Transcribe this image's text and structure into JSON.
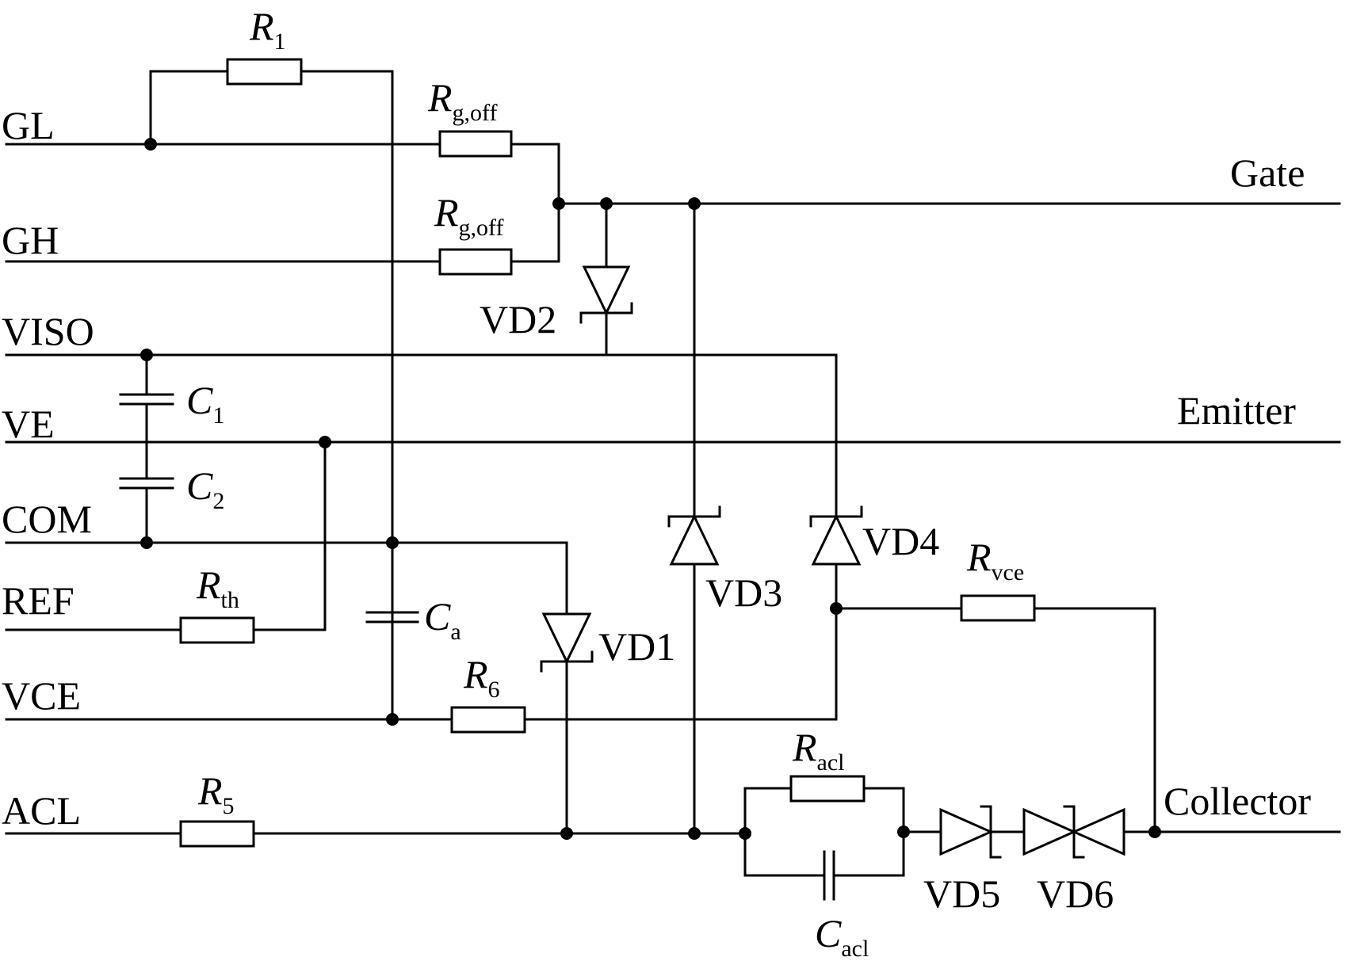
{
  "terminals": {
    "gl": "GL",
    "gh": "GH",
    "viso": "VISO",
    "ve": "VE",
    "com": "COM",
    "ref": "REF",
    "vce": "VCE",
    "acl": "ACL",
    "gate": "Gate",
    "emitter": "Emitter",
    "collector": "Collector"
  },
  "resistors": {
    "r1": {
      "sym": "R",
      "sub": "1"
    },
    "rgoff_gl": {
      "sym": "R",
      "sub": "g,off"
    },
    "rgoff_gh": {
      "sym": "R",
      "sub": "g,off"
    },
    "rth": {
      "sym": "R",
      "sub": "th"
    },
    "r6": {
      "sym": "R",
      "sub": "6"
    },
    "r5": {
      "sym": "R",
      "sub": "5"
    },
    "racl": {
      "sym": "R",
      "sub": "acl"
    },
    "rvce": {
      "sym": "R",
      "sub": "vce"
    }
  },
  "capacitors": {
    "c1": {
      "sym": "C",
      "sub": "1"
    },
    "c2": {
      "sym": "C",
      "sub": "2"
    },
    "ca": {
      "sym": "C",
      "sub": "a"
    },
    "cacl": {
      "sym": "C",
      "sub": "acl"
    }
  },
  "diodes": {
    "vd1": "VD1",
    "vd2": "VD2",
    "vd3": "VD3",
    "vd4": "VD4",
    "vd5": "VD5",
    "vd6": "VD6"
  },
  "colors": {
    "ink": "#000000",
    "background": "#ffffff"
  }
}
